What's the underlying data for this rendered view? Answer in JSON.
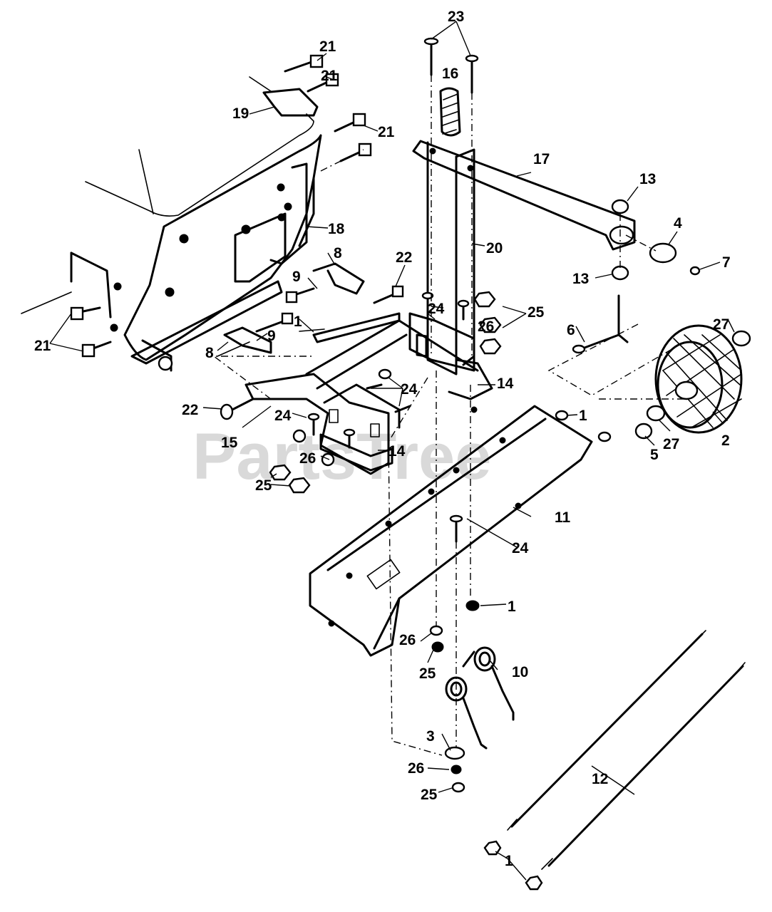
{
  "diagram": {
    "watermark": "PartsTree",
    "callouts": [
      "1",
      "2",
      "3",
      "4",
      "5",
      "6",
      "7",
      "8",
      "9",
      "10",
      "11",
      "12",
      "13",
      "14",
      "15",
      "16",
      "17",
      "18",
      "19",
      "20",
      "21",
      "22",
      "23",
      "24",
      "25",
      "26",
      "27"
    ]
  }
}
